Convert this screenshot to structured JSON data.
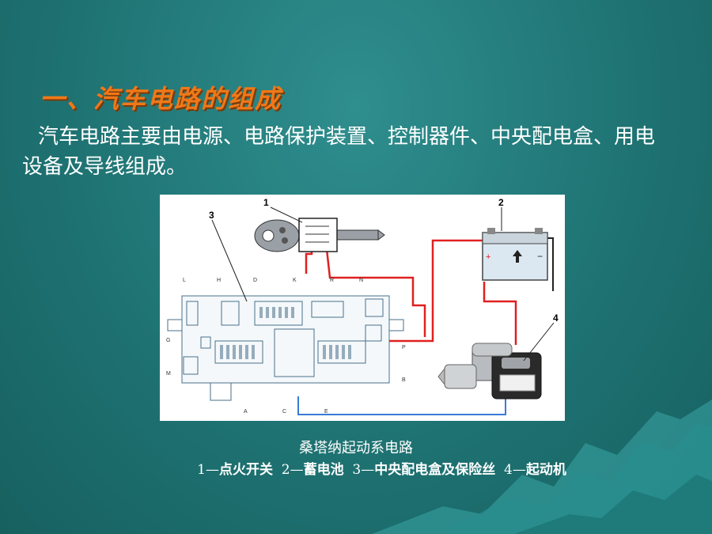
{
  "title": "一、汽车电路的组成",
  "body": "汽车电路主要由电源、电路保护装置、控制器件、中央配电盒、用电设备及导线组成。",
  "figure": {
    "callouts": [
      "1",
      "2",
      "3",
      "4"
    ],
    "box_labels": [
      "L",
      "H",
      "D",
      "K",
      "R",
      "N",
      "G",
      "M",
      "A",
      "C",
      "E",
      "B",
      "P"
    ],
    "battery_plus": "+",
    "battery_minus": "−"
  },
  "caption": {
    "title": "桑塔纳起动系电路",
    "parts": [
      {
        "num": "1—",
        "label": "点火开关"
      },
      {
        "num": "2—",
        "label": "蓄电池"
      },
      {
        "num": "3—",
        "label": "中央配电盒及保险丝"
      },
      {
        "num": "4—",
        "label": "起动机"
      }
    ]
  },
  "colors": {
    "background": "#1f7373",
    "title": "#f07818",
    "wire_red": "#e02020",
    "wire_blue": "#3a7bd5"
  }
}
